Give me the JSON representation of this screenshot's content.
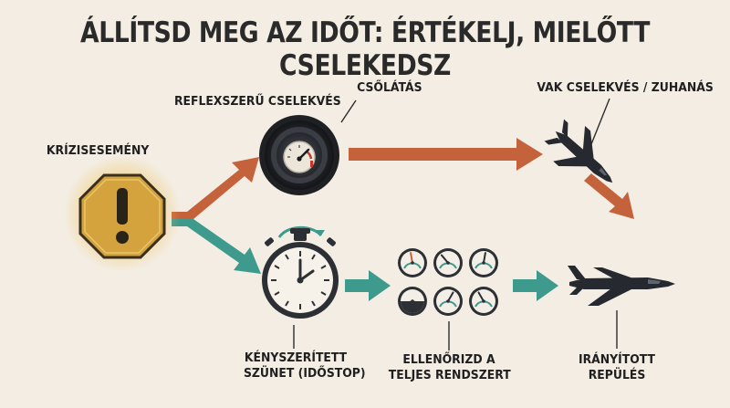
{
  "title": "ÁLLÍTSD MEG AZ IDŐT: ÉRTÉKELJ, MIELŐTT CSELEKEDSZ",
  "labels": {
    "crisis_event": "KRÍZISESEMÉNY",
    "reflex_action": "REFLEXSZERŰ CSELEKVÉS",
    "tunnel_vision": "CSŐLÁTÁS",
    "blind_action": "VAK CSELEKVÉS / ZUHANÁS",
    "forced_pause_line1": "KÉNYSZERÍTETT",
    "forced_pause_line2": "SZÜNET (IDŐSTOP)",
    "check_system_line1": "ELLENŐRIZD A",
    "check_system_line2": "TELJES RENDSZERT",
    "controlled_flight_line1": "IRÁNYÍTOTT",
    "controlled_flight_line2": "REPÜLÉS"
  },
  "icons": {
    "warning": "exclamation-octagon-icon",
    "reflex": "speedometer-tunnel-icon",
    "timer": "stopwatch-icon",
    "instruments": "gauge-cluster-icon",
    "crash": "crashing-jet-icon",
    "flight": "level-jet-icon"
  },
  "colors": {
    "background": "#f3ede3",
    "rust_arrow": "#c4623c",
    "teal_arrow": "#3f9a8e",
    "octagon": "#d4a33d",
    "dark": "#262a30"
  }
}
